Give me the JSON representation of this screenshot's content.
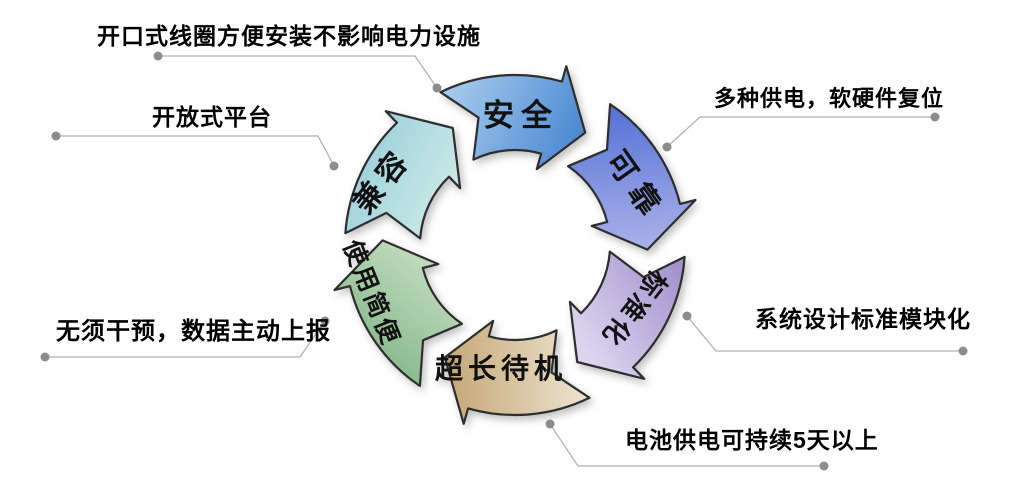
{
  "diagram": {
    "type": "cycle",
    "flow_direction": "clockwise",
    "outline_color": "#2e2e2e",
    "label_color": "#111111",
    "connector_color": "#b1b1b1",
    "dot_color": "#8c8c8c",
    "callout_text_color": "#000000",
    "segments": [
      {
        "label": "安全",
        "color_from": "#aed1ef",
        "color_to": "#3e7ecf"
      },
      {
        "label": "可靠",
        "color_from": "#5572d6",
        "color_to": "#cac8f0"
      },
      {
        "label": "标准化",
        "color_from": "#9a89c8",
        "color_to": "#ddd5f0"
      },
      {
        "label": "超长待机",
        "color_from": "#c7a878",
        "color_to": "#f0e9d8"
      },
      {
        "label": "使用简便",
        "color_from": "#8aba8e",
        "color_to": "#c6dfc2"
      },
      {
        "label": "兼容",
        "color_from": "#9bcfdc",
        "color_to": "#cdeae6"
      }
    ],
    "callouts": [
      {
        "label": "开口式线圈方便安装不影响电力设施",
        "points_to": "安全"
      },
      {
        "label": "多种供电，软硬件复位",
        "points_to": "可靠"
      },
      {
        "label": "开放式平台",
        "points_to": "兼容"
      },
      {
        "label": "系统设计标准模块化",
        "points_to": "标准化"
      },
      {
        "label": "无须干预，数据主动上报",
        "points_to": "使用简便"
      },
      {
        "label": "电池供电可持续5天以上",
        "points_to": "超长待机"
      }
    ]
  }
}
